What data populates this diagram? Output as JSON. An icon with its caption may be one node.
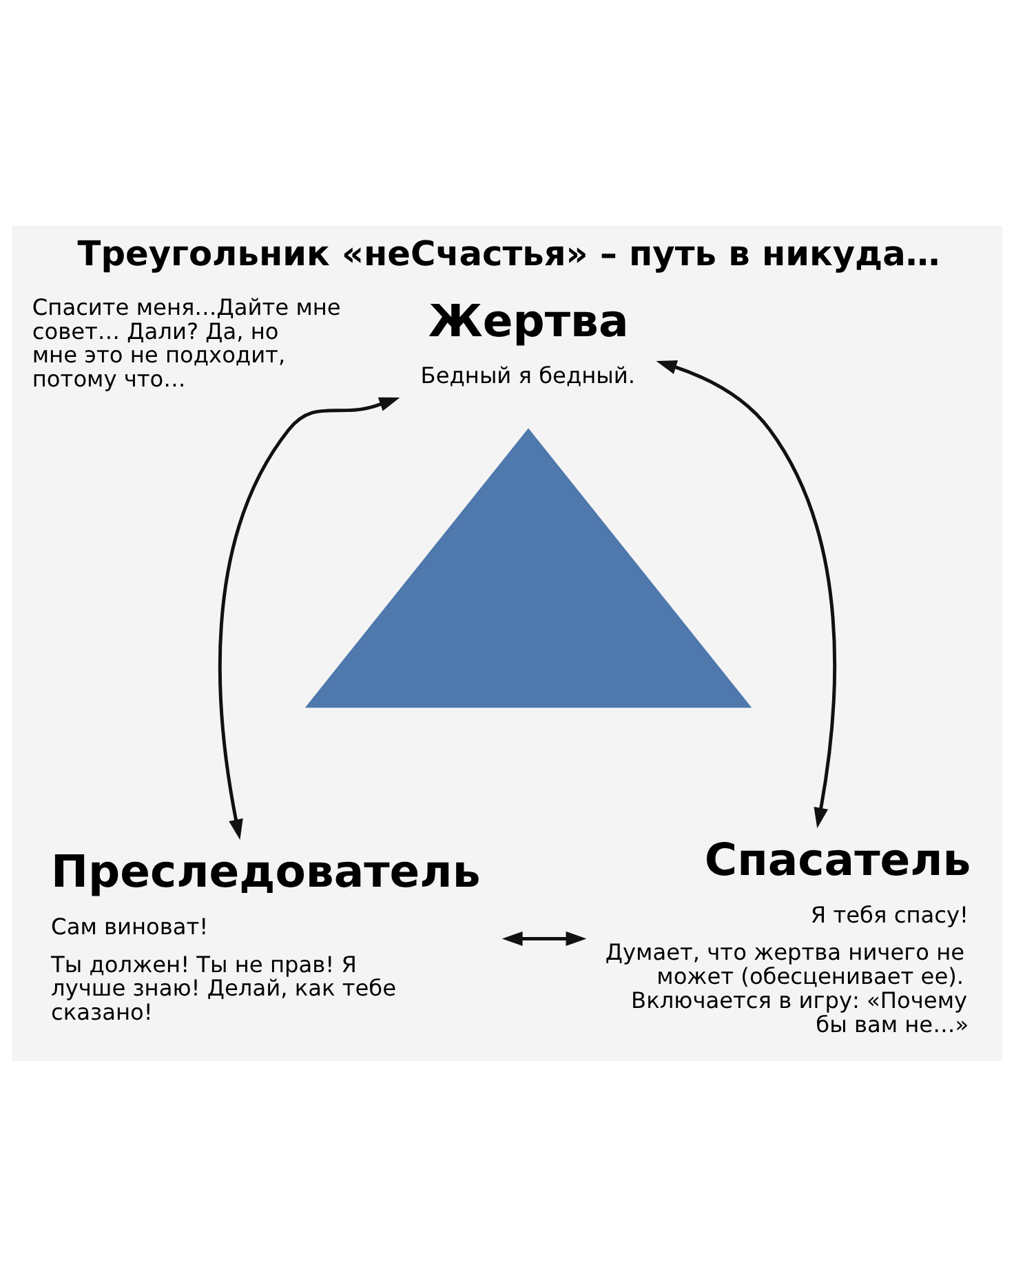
{
  "diagram": {
    "title": "Треугольник «неСчастья» – путь в никуда…",
    "nodes": [
      {
        "text": [
          "Жертва",
          "Бедный я бедный."
        ]
      },
      {
        "text": [],
        "shape": "triangle"
      },
      {
        "text": [
          "Преследователь",
          "Сам виноват!",
          "Ты должен! Ты не прав! Я лучше знаю! Делай, как тебе сказано!"
        ]
      },
      {
        "text": [
          "Спасатель",
          "Я тебя спасу!",
          "Думает, что жертва ничего не может (обесценивает ее). Включается в игру: «Почему бы вам не…»"
        ]
      }
    ],
    "edges": [
      {
        "from": 0,
        "to": 2,
        "arrow": "both"
      },
      {
        "from": 0,
        "to": 3,
        "arrow": "both"
      },
      {
        "from": 2,
        "to": 3,
        "arrow": "both"
      }
    ],
    "labels": [
      "Спасите меня…Дайте мне совет… Дали? Да, но мне это не подходит, потому что…"
    ]
  }
}
